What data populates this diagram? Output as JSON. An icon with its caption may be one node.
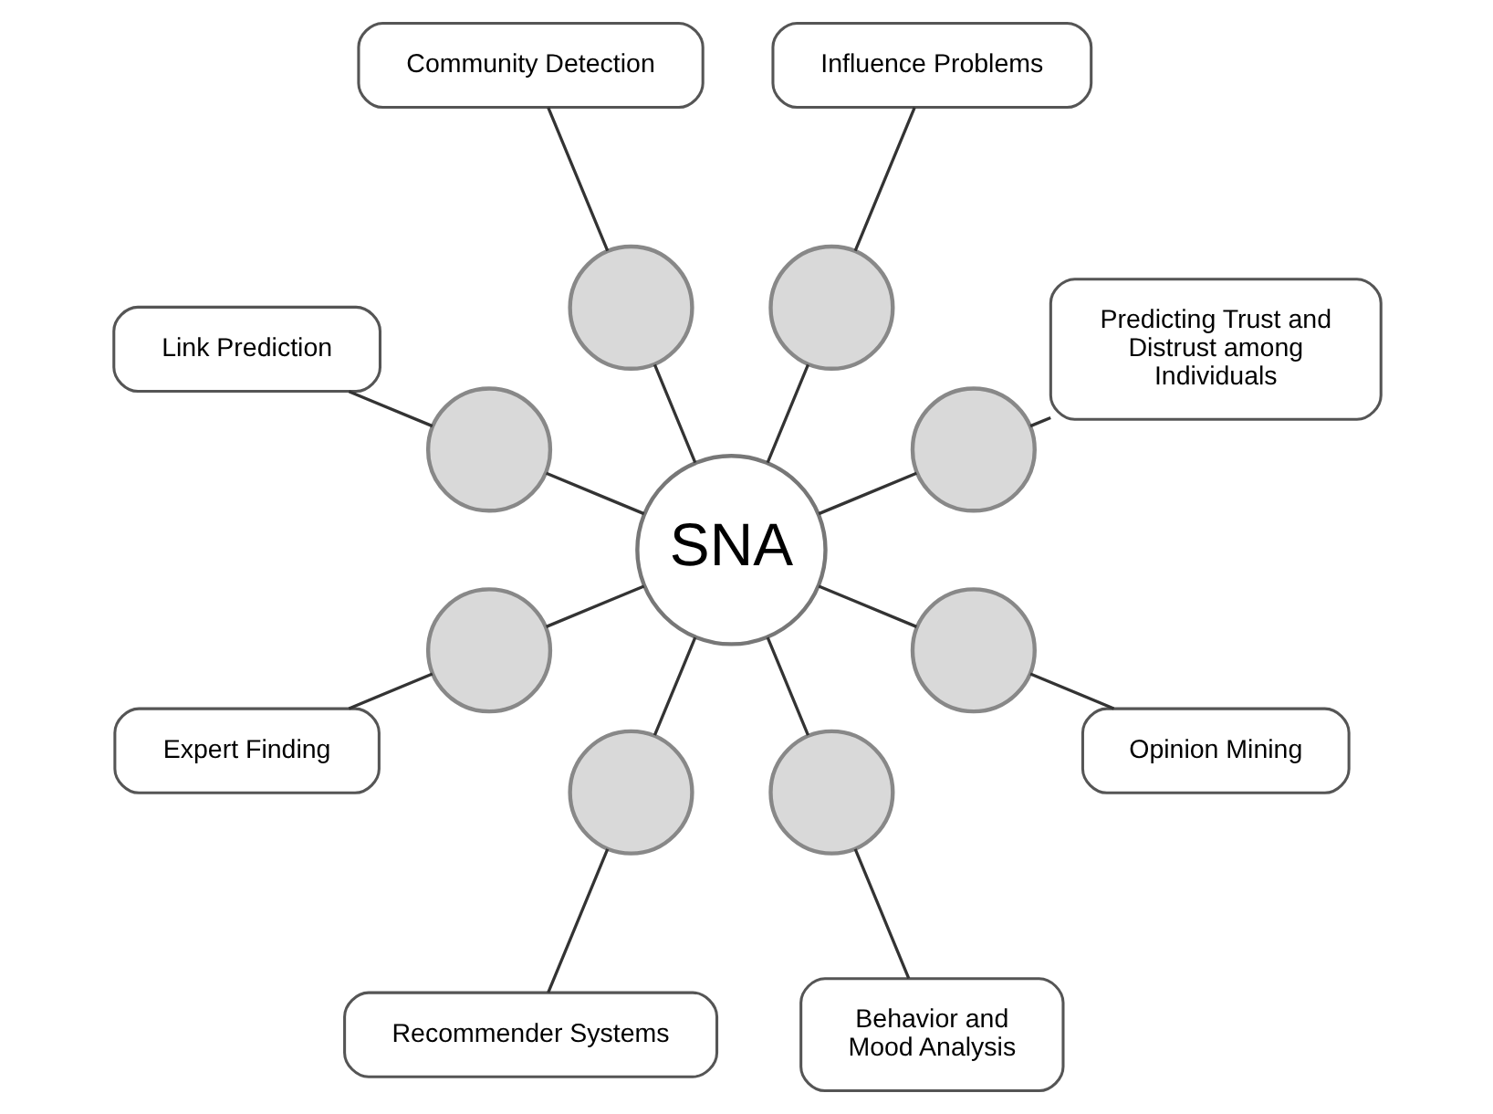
{
  "diagram": {
    "nodes": [
      {
        "text": [
          "SNA"
        ]
      },
      {
        "text": [
          "Predicting Trust and Distrust among Individuals"
        ]
      },
      {
        "text": [
          "Opinion Mining"
        ]
      },
      {
        "text": [
          "Influence Problems"
        ]
      },
      {
        "text": [
          "Behavior and Mood Analysis"
        ]
      },
      {
        "text": [
          "Community Detection"
        ]
      },
      {
        "text": [
          "Recommender Systems"
        ]
      },
      {
        "text": [
          "Link Prediction"
        ]
      },
      {
        "text": [
          "Expert Finding"
        ]
      },
      {
        "text": [],
        "shape": "circle"
      },
      {
        "text": [],
        "shape": "circle"
      },
      {
        "text": [],
        "shape": "circle"
      },
      {
        "text": [],
        "shape": "circle"
      },
      {
        "text": [],
        "shape": "circle"
      },
      {
        "text": [],
        "shape": "circle"
      },
      {
        "text": [],
        "shape": "circle"
      },
      {
        "text": [],
        "shape": "circle"
      }
    ],
    "edges": [
      {
        "from": 0,
        "to": 9,
        "arrow": "none"
      },
      {
        "from": 0,
        "to": 10,
        "arrow": "none"
      },
      {
        "from": 0,
        "to": 11,
        "arrow": "none"
      },
      {
        "from": 0,
        "to": 12,
        "arrow": "none"
      },
      {
        "from": 0,
        "to": 13,
        "arrow": "none"
      },
      {
        "from": 0,
        "to": 14,
        "arrow": "none"
      },
      {
        "from": 0,
        "to": 15,
        "arrow": "none"
      },
      {
        "from": 0,
        "to": 16,
        "arrow": "none"
      },
      {
        "from": 9,
        "to": 1,
        "arrow": "none"
      },
      {
        "from": 10,
        "to": 2,
        "arrow": "none"
      },
      {
        "from": 11,
        "to": 3,
        "arrow": "none"
      },
      {
        "from": 12,
        "to": 4,
        "arrow": "none"
      },
      {
        "from": 13,
        "to": 5,
        "arrow": "none"
      },
      {
        "from": 14,
        "to": 6,
        "arrow": "none"
      },
      {
        "from": 15,
        "to": 7,
        "arrow": "none"
      },
      {
        "from": 16,
        "to": 8,
        "arrow": "none"
      }
    ]
  }
}
